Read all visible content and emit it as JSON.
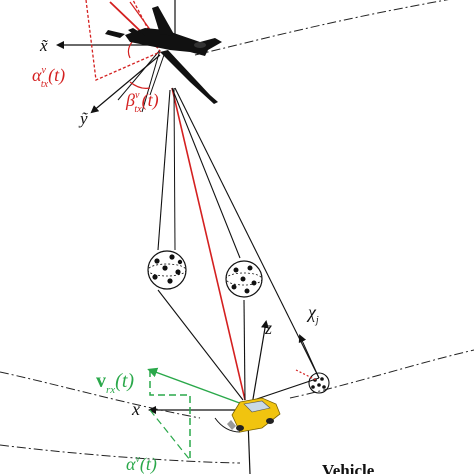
{
  "labels": {
    "x_tilde": "x̃",
    "y_tilde": "ỹ",
    "alpha_tx": "αᵥtx(t)",
    "alpha_tx_main": "α",
    "alpha_tx_sup": "v",
    "alpha_tx_sub": "tx",
    "alpha_tx_arg": "(t)",
    "beta_tx_main": "β",
    "beta_tx_sup": "v",
    "beta_tx_sub": "tx",
    "beta_tx_arg": "(t)",
    "z": "z",
    "x": "x",
    "chi_main": "χ",
    "chi_sub": "j",
    "v_main": "v",
    "v_sub": "rx",
    "v_arg": "(t)",
    "alpha_rx_main": "α",
    "alpha_rx_sup": "v",
    "alpha_rx_arg": "(t)",
    "vehicle": "Vehicle"
  },
  "colors": {
    "red_annotation": "#d42020",
    "green_annotation": "#2aa84a",
    "black": "#111111"
  },
  "icons": {
    "aircraft": "uav-icon",
    "car": "vehicle-icon",
    "scatter_cluster": "scatterer-cluster-icon"
  }
}
